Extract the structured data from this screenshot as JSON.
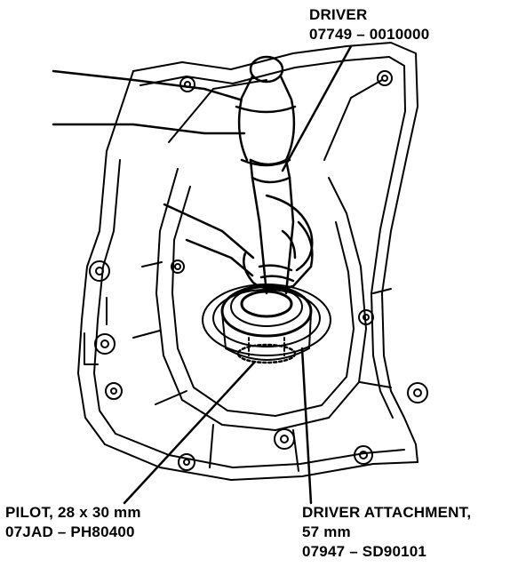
{
  "colors": {
    "ink": "#000000",
    "paper": "#ffffff"
  },
  "labels": {
    "driver": {
      "name": "DRIVER",
      "part_number": "07749 – 0010000"
    },
    "pilot": {
      "name": "PILOT, 28 x 30 mm",
      "part_number": "07JAD – PH80400"
    },
    "driver_attachment": {
      "name": "DRIVER ATTACHMENT,",
      "size": "57 mm",
      "part_number": "07947 – SD90101"
    }
  }
}
